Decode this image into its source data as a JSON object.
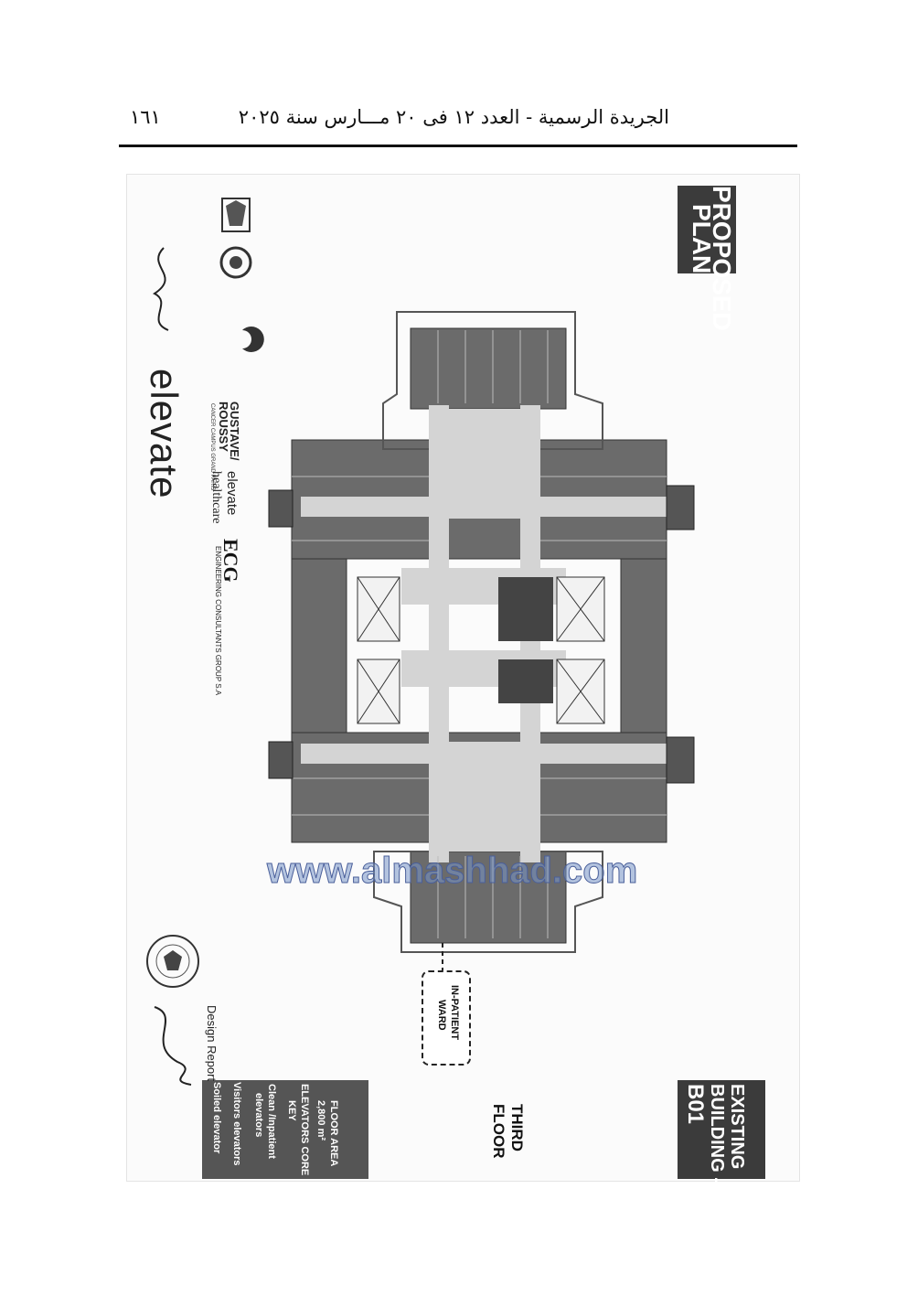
{
  "header": {
    "title": "الجريدة الرسمية - العدد ١٢ فى ٢٠ مـــارس سنة ٢٠٢٥",
    "page_number": "١٦١"
  },
  "plan": {
    "proposed_label": "PROPOSED",
    "plan_label": "PLAN",
    "existing_label": "EXISTING",
    "building_label": "BUILDING -",
    "building_code": "B01",
    "floor_label_1": "THIRD",
    "floor_label_2": "FLOOR",
    "ward_label_1": "IN-PATIENT",
    "ward_label_2": "WARD",
    "key": {
      "floor_area_label": "FLOOR AREA",
      "floor_area_value": "2,800 m²",
      "elevators_core_label": "ELEVATORS CORE",
      "key_label": "KEY",
      "clean_label_1": "Clean /Inpatient",
      "clean_label_2": "elevators",
      "visitors_label": "Visitors elevators",
      "soiled_label": "Soiled elevator"
    },
    "design_report_label": "Design Report"
  },
  "logos": {
    "elevate_large": "elevate",
    "gustave_line1": "GUSTAVE/",
    "gustave_line2": "ROUSSY",
    "gustave_sub": "CANCER CAMPUS GRAND PARIS",
    "elevate_health_1": "elevate",
    "elevate_health_2": "healthcare",
    "ecg": "ECG",
    "ecg_sub": "ENGINEERING CONSULTANTS GROUP S.A"
  },
  "watermark": "www.almashhad.com",
  "colors": {
    "room_fill": "#6a6a6a",
    "corridor_fill": "#d8d8d8",
    "panel_dark": "#3b3b3b"
  }
}
